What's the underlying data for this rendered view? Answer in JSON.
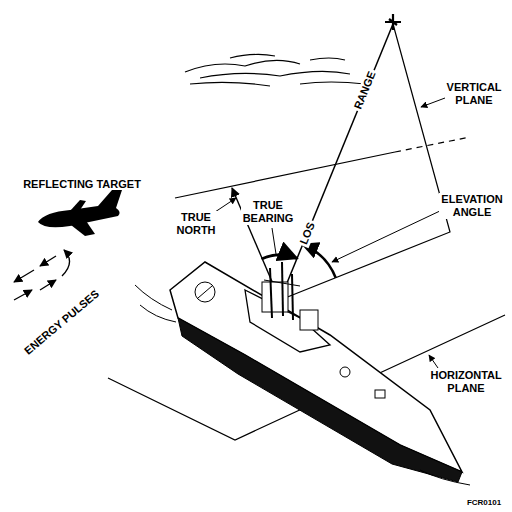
{
  "diagram": {
    "labels": [
      "REFLECTING TARGET",
      "ENERGY PULSES",
      "TRUE NORTH",
      "TRUE BEARING",
      "LOS",
      "RANGE",
      "VERTICAL PLANE",
      "ELEVATION ANGLE",
      "HORIZONTAL PLANE",
      "FCR0101"
    ]
  }
}
